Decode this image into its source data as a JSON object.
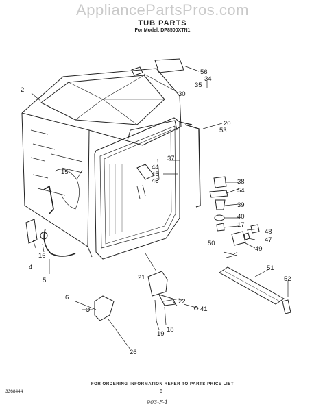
{
  "watermark": "AppliancePartsPros.com",
  "title": "TUB PARTS",
  "model_line": "For Model: DP8500XTN1",
  "footer_note": "FOR ORDERING INFORMATION REFER TO PARTS PRICE LIST",
  "doc_number": "3368444",
  "page_number": "6",
  "handwritten_note": "903-F-1",
  "callouts": [
    "56",
    "34",
    "35",
    "30",
    "2",
    "20",
    "53",
    "37",
    "44",
    "45",
    "46",
    "38",
    "54",
    "15",
    "39",
    "40",
    "17",
    "48",
    "47",
    "50",
    "49",
    "16",
    "4",
    "5",
    "21",
    "51",
    "52",
    "6",
    "41",
    "22",
    "18",
    "19",
    "26"
  ]
}
